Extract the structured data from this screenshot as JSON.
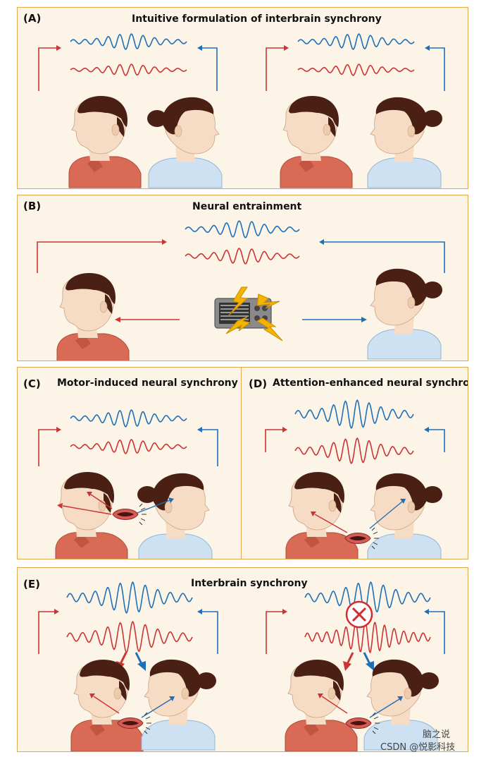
{
  "panels": {
    "a": {
      "label": "(A)",
      "title": "Intuitive formulation of interbrain synchrony"
    },
    "b": {
      "label": "(B)",
      "title": "Neural entrainment"
    },
    "c": {
      "label": "(C)",
      "title": "Motor-induced neural synchrony"
    },
    "d": {
      "label": "(D)",
      "title": "Attention-enhanced neural synchrony"
    },
    "e": {
      "label": "(E)",
      "title": "Interbrain synchrony"
    }
  },
  "watermark": {
    "line1": "脑之说",
    "line2": "CSDN @悦影科技"
  },
  "colors": {
    "blue": "#1f6fb8",
    "red": "#cc3333",
    "border": "#e2a84b",
    "panel_bg": "#fcf5e7",
    "hair": "#4a1f14",
    "skin": "#f6dcc4",
    "red_shirt": "#d96a55",
    "blue_shirt": "#cde1f2"
  },
  "icons": {
    "speaker": "radio-speaker-icon",
    "lightning": "lightning-bolt-icon",
    "mouth": "speaking-mouth-icon",
    "no_sync": "red-cross-circle-icon"
  }
}
